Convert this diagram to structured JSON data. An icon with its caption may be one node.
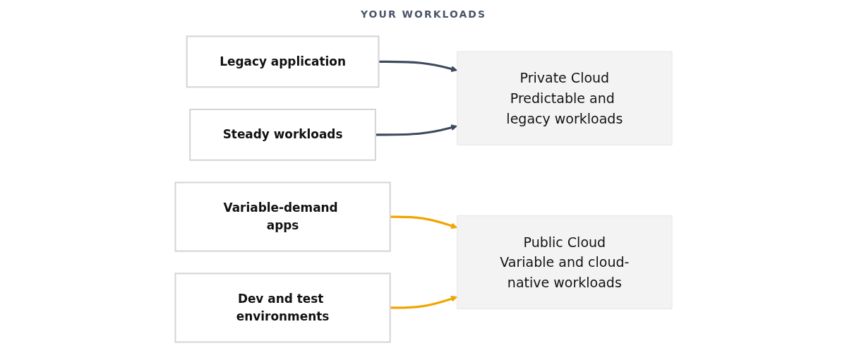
{
  "diagram": {
    "nodes": [
      {
        "text": [
          "Private Cloud",
          "Predictable and legacy workloads"
        ]
      },
      {
        "text": [
          "Legacy application"
        ]
      },
      {
        "text": [
          "Steady workloads"
        ]
      },
      {
        "text": [
          "Variable-demand apps"
        ]
      },
      {
        "text": [
          "Dev and test environments"
        ]
      },
      {
        "text": [
          "Public Cloud",
          "Variable and cloud-native workloads"
        ]
      }
    ],
    "edges": [
      {
        "from": 1,
        "to": 0,
        "arrow": "to",
        "color": "#3d4a5e"
      },
      {
        "from": 2,
        "to": 0,
        "arrow": "to",
        "color": "#3d4a5e"
      },
      {
        "from": 3,
        "to": 5,
        "arrow": "to",
        "color": "#f0a500"
      },
      {
        "from": 4,
        "to": 5,
        "arrow": "to",
        "color": "#f0a500"
      }
    ],
    "labels": [
      "YOUR WORKLOADS"
    ]
  }
}
